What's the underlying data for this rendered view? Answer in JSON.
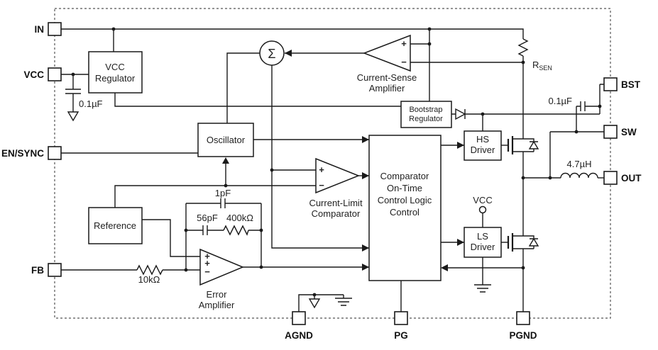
{
  "diagram": {
    "pins": {
      "left": [
        {
          "id": "in",
          "label": "IN"
        },
        {
          "id": "vcc",
          "label": "VCC"
        },
        {
          "id": "en_sync",
          "label": "EN/SYNC"
        },
        {
          "id": "fb",
          "label": "FB"
        }
      ],
      "right": [
        {
          "id": "bst",
          "label": "BST"
        },
        {
          "id": "sw",
          "label": "SW"
        },
        {
          "id": "out",
          "label": "OUT"
        }
      ],
      "bottom": [
        {
          "id": "agnd",
          "label": "AGND"
        },
        {
          "id": "pg",
          "label": "PG"
        },
        {
          "id": "pgnd",
          "label": "PGND"
        }
      ]
    },
    "blocks": {
      "vcc_regulator": {
        "lines": [
          "VCC",
          "Regulator"
        ]
      },
      "oscillator": {
        "label": "Oscillator"
      },
      "reference": {
        "label": "Reference"
      },
      "bootstrap_regulator": {
        "lines": [
          "Bootstrap",
          "Regulator"
        ]
      },
      "hs_driver": {
        "lines": [
          "HS",
          "Driver"
        ]
      },
      "ls_driver": {
        "lines": [
          "LS",
          "Driver"
        ]
      },
      "control_logic": {
        "lines": [
          "Comparator",
          "On-Time",
          "Control Logic",
          "Control"
        ]
      }
    },
    "amplifiers": {
      "current_sense": {
        "lines": [
          "Current-Sense",
          "Amplifier"
        ],
        "plus": "+",
        "minus": "−"
      },
      "current_limit": {
        "lines": [
          "Current-Limit",
          "Comparator"
        ],
        "plus": "+",
        "minus": "−"
      },
      "error": {
        "lines": [
          "Error",
          "Amplifier"
        ],
        "inputs": [
          "+",
          "+",
          "−"
        ]
      }
    },
    "components": {
      "sigma": "Σ",
      "vcc_cap": "0.1µF",
      "bst_cap": "0.1µF",
      "inductor": "4.7µH",
      "comp_cap1": "1pF",
      "comp_cap2": "56pF",
      "comp_res": "400kΩ",
      "fb_res": "10kΩ",
      "rsen_symbol": "R",
      "rsen_sub": "SEN",
      "vcc_node": "VCC"
    }
  }
}
